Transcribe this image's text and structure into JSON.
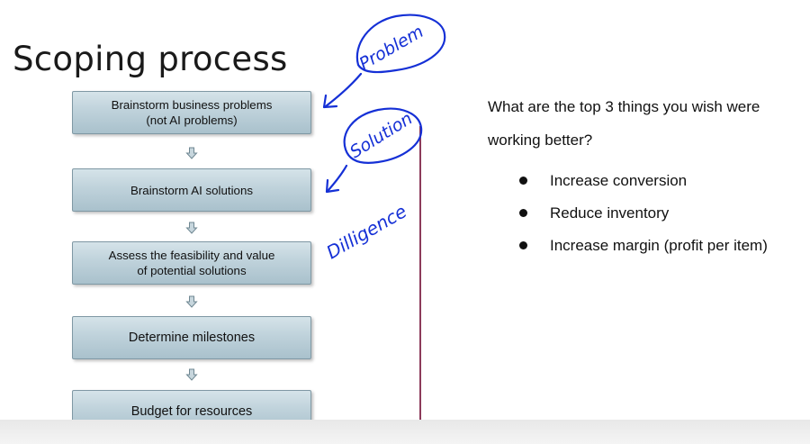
{
  "slide": {
    "title": "Scoping process",
    "steps": [
      {
        "line1": "Brainstorm business problems",
        "line2": "(not AI problems)"
      },
      {
        "line1": "Brainstorm AI solutions",
        "line2": ""
      },
      {
        "line1": "Assess the feasibility and value",
        "line2": "of potential solutions"
      },
      {
        "line1": "Determine milestones",
        "line2": ""
      },
      {
        "line1": "Budget for resources",
        "line2": ""
      }
    ],
    "question": "What are the top 3 things you wish were working better?",
    "bullets": [
      "Increase conversion",
      "Reduce inventory",
      "Increase margin (profit per item)"
    ]
  },
  "annotations": {
    "problem": "Problem",
    "solution": "Solution",
    "diligence": "Dilligence",
    "ink_color": "#1530d6",
    "line_color": "#8c3a5a"
  },
  "icons": {
    "step_arrow": "down-arrow-icon"
  }
}
